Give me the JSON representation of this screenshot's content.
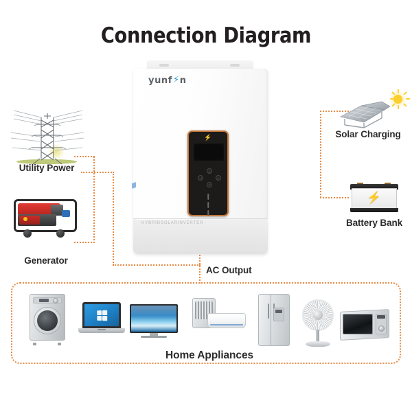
{
  "page": {
    "title": "Connection Diagram",
    "background_color": "#ffffff",
    "line_color": "#e98b45",
    "title_color": "#231f20"
  },
  "inverter": {
    "brand_prefix": "yunf",
    "brand_suffix": "n",
    "brand_bolt_icon": "lightning-bolt-icon",
    "brand_bolt_color": "#2d9cdb",
    "model_text": "HYBRIDSOLARINVERTER",
    "panel": {
      "bolt_icon": "lightning-bolt-icon",
      "bolt_color": "#e08c33",
      "border_color": "#c4763a",
      "buttons": [
        {
          "name": "up-button",
          "glyph": "△"
        },
        {
          "name": "left-button",
          "glyph": "◁"
        },
        {
          "name": "right-button",
          "glyph": "▷"
        },
        {
          "name": "down-button",
          "glyph": "▽"
        }
      ],
      "led_count": 3
    }
  },
  "nodes": {
    "utility_power": {
      "label": "Utility Power",
      "icon": "transmission-tower-icon"
    },
    "generator": {
      "label": "Generator",
      "icon": "generator-icon"
    },
    "solar_charging": {
      "label": "Solar Charging",
      "icon": "solar-panel-icon",
      "sun_icon": "sun-icon",
      "sun_color": "#fbcf2e"
    },
    "battery_bank": {
      "label": "Battery Bank",
      "icon": "battery-icon",
      "bolt_icon": "lightning-bolt-icon",
      "bolt_color": "#f2c029"
    },
    "ac_output": {
      "label": "AC Output"
    },
    "home_appliances": {
      "label": "Home Appliances",
      "items": [
        {
          "name": "washing-machine-icon",
          "label": "Washing Machine"
        },
        {
          "name": "laptop-icon",
          "label": "Laptop"
        },
        {
          "name": "television-icon",
          "label": "Television"
        },
        {
          "name": "air-conditioner-icon",
          "label": "Air Conditioner"
        },
        {
          "name": "refrigerator-icon",
          "label": "Refrigerator"
        },
        {
          "name": "fan-icon",
          "label": "Fan"
        },
        {
          "name": "microwave-icon",
          "label": "Microwave Oven"
        }
      ]
    }
  }
}
